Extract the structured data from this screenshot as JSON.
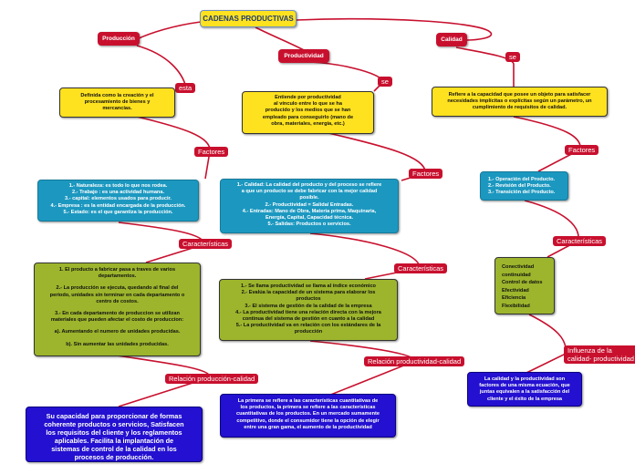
{
  "title": "CADENAS PRODUCTIVAS",
  "branches": {
    "produccion": {
      "label": "Producción",
      "link": "esta",
      "definition": [
        "Definida como la creación y el",
        "procesamiento de bienes y",
        "mercancías."
      ]
    },
    "productividad": {
      "label": "Productividad",
      "link": "se",
      "definition": [
        "Entiende por productividad",
        "al vínculo entre lo que se ha",
        "producido y los medios que se han",
        "empleado para conseguirlo (mano de",
        "obra, materiales, energía, etc.)"
      ]
    },
    "calidad": {
      "label": "Calidad",
      "link": "se",
      "definition": [
        "Refiere a la capacidad que posee un objeto para satisfacer",
        "necesidades implícitas o explícitas según un parámetro, un",
        "cumplimiento de requisitos de calidad."
      ]
    }
  },
  "labels": {
    "factores_1": "Factores",
    "factores_2": "Factores",
    "factores_3": "Factores",
    "caracteristicas_1": "Características",
    "caracteristicas_2": "Características",
    "caracteristicas_3": "Características",
    "relacion_1": "Relación producción-calidad",
    "relacion_2": "Relación productividad-calidad",
    "influenza": [
      "Influenza de la",
      "calidad- productividad"
    ]
  },
  "factores_produccion": [
    "1.- Naturaleza: es todo lo que nos rodea.",
    "2.- Trabajo : es una actividad humana.",
    "3.- capital: elementos usados para producir.",
    "4.- Empresa : es la entidad encargada de la producción.",
    "5.- Estado: es el que garantiza la producción."
  ],
  "factores_productividad": [
    "1.- Calidad: La calidad del producto y del proceso se refiere",
    "a que un producto se debe fabricar con la mejor calidad",
    "posible.",
    "2.- Productividad = Salida/ Entradas.",
    "4.- Entradas: Mano de Obra, Materia prima, Maquinaria,",
    "Energía, Capital, Capacidad técnica.",
    "5.- Salidas: Productos o servicios."
  ],
  "factores_calidad": [
    "1.- Operación del Producto.",
    "2.- Revisión del Producto.",
    "3.- Transición del Producto."
  ],
  "caracteristicas_produccion": {
    "p1": [
      "1. El producto a fabricar pasa a traves de varios",
      "departamentos."
    ],
    "p2": [
      "2.- La producción se ejecuta, quedando al final del",
      "periodo, unidades sin terminar en cada departamento o",
      "centro de costos."
    ],
    "p3": [
      "3.- En cada departamento de produccion se utilizan",
      "materiales que pueden afectar el costo de produccion:"
    ],
    "a": "a). Aumentando el numero de unidades producidas.",
    "b": "b). Sin aumentar las unidades producidas."
  },
  "caracteristicas_productividad": [
    "1.- Se llama productividad se llama al índice económico",
    "2.- Evalúa la capacidad de un sistema para elaborar los",
    "productos",
    "3.- El sistema de gestión de la calidad de la empresa",
    "4.- La productividad tiene una relación directa con la mejora",
    "continua del sistema de gestión en cuanto a la calidad",
    "5.- La productividad va en relación con los estándares de la",
    "producción"
  ],
  "caracteristicas_calidad": [
    "Conectividad",
    "continuidad",
    "Control de datos",
    "Efectividad",
    "Eficiencia",
    "Flexibilidad"
  ],
  "relacion_produccion_calidad": [
    "Su capacidad para proporcionar de formas",
    "coherente productos o servicios, Satisfacen",
    "los requisitos del cliente y los reglamentos",
    "aplicables. Facilita la implantación de",
    "sistemas de control de la calidad en los",
    "procesos de producción."
  ],
  "relacion_productividad_calidad": [
    "La primera se refiere a las características cuantitativas de",
    "los productos, la primera se refiere a las características",
    "cuantitativas de los productos. En un mercado sumamente",
    "competitivo, donde el consumidor tiene la opción de elegir",
    "entre una gran gama, el aumento de la productividad"
  ],
  "influenza_calidad_productividad": [
    "La calidad y la productividad son",
    "factores de una misma ecuación, que",
    "juntas equivalen a la satisfacción del",
    "cliente y el éxito de la empresa"
  ],
  "colors": {
    "link": "#c8102e",
    "yellow": "#ffe21f",
    "teal": "#1c98c0",
    "green": "#9cb52c",
    "blue": "#2310d0"
  }
}
